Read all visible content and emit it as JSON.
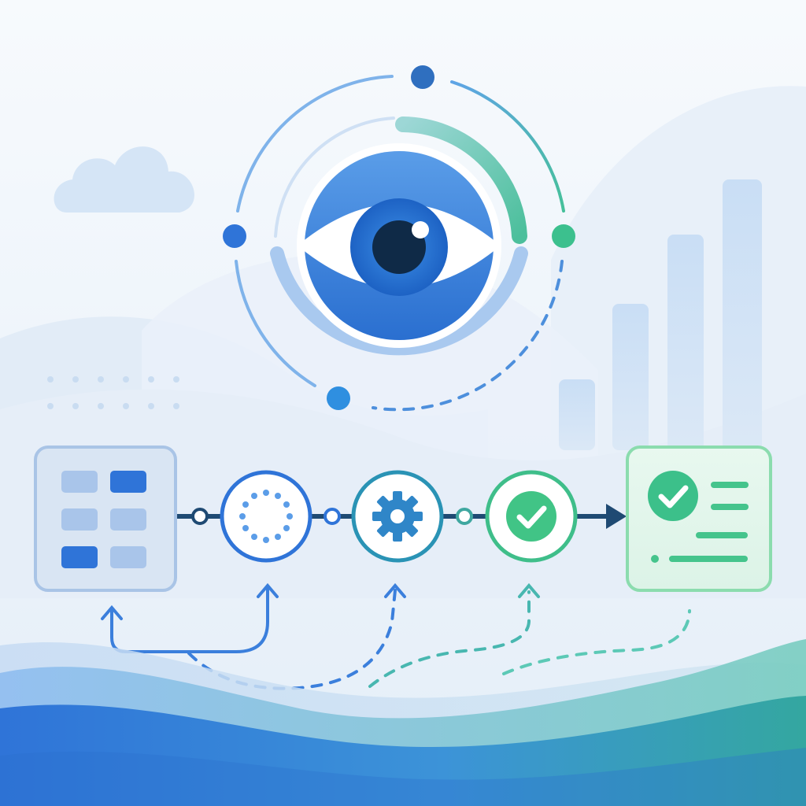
{
  "colors": {
    "background_top": "#f7fafd",
    "background_bottom": "#e7f0f9",
    "primary_blue": "#2f78d6",
    "dark_navy": "#0f2a47",
    "accent_teal": "#3fb7a8",
    "accent_green": "#41c486",
    "light_blue": "#a9c9ef",
    "connector_dark": "#1f4a73"
  },
  "observer": {
    "icon": "eye-icon",
    "orbit_nodes": 4
  },
  "pipeline": {
    "stages": [
      {
        "icon": "data-grid-icon",
        "role": "input"
      },
      {
        "icon": "loading-spinner-icon",
        "role": "collect"
      },
      {
        "icon": "gear-icon",
        "role": "process"
      },
      {
        "icon": "check-circle-icon",
        "role": "verify"
      },
      {
        "icon": "report-checklist-icon",
        "role": "output"
      }
    ],
    "feedback_loops": 4
  },
  "decor": {
    "bars": 4,
    "cloud": "cloud-icon"
  }
}
